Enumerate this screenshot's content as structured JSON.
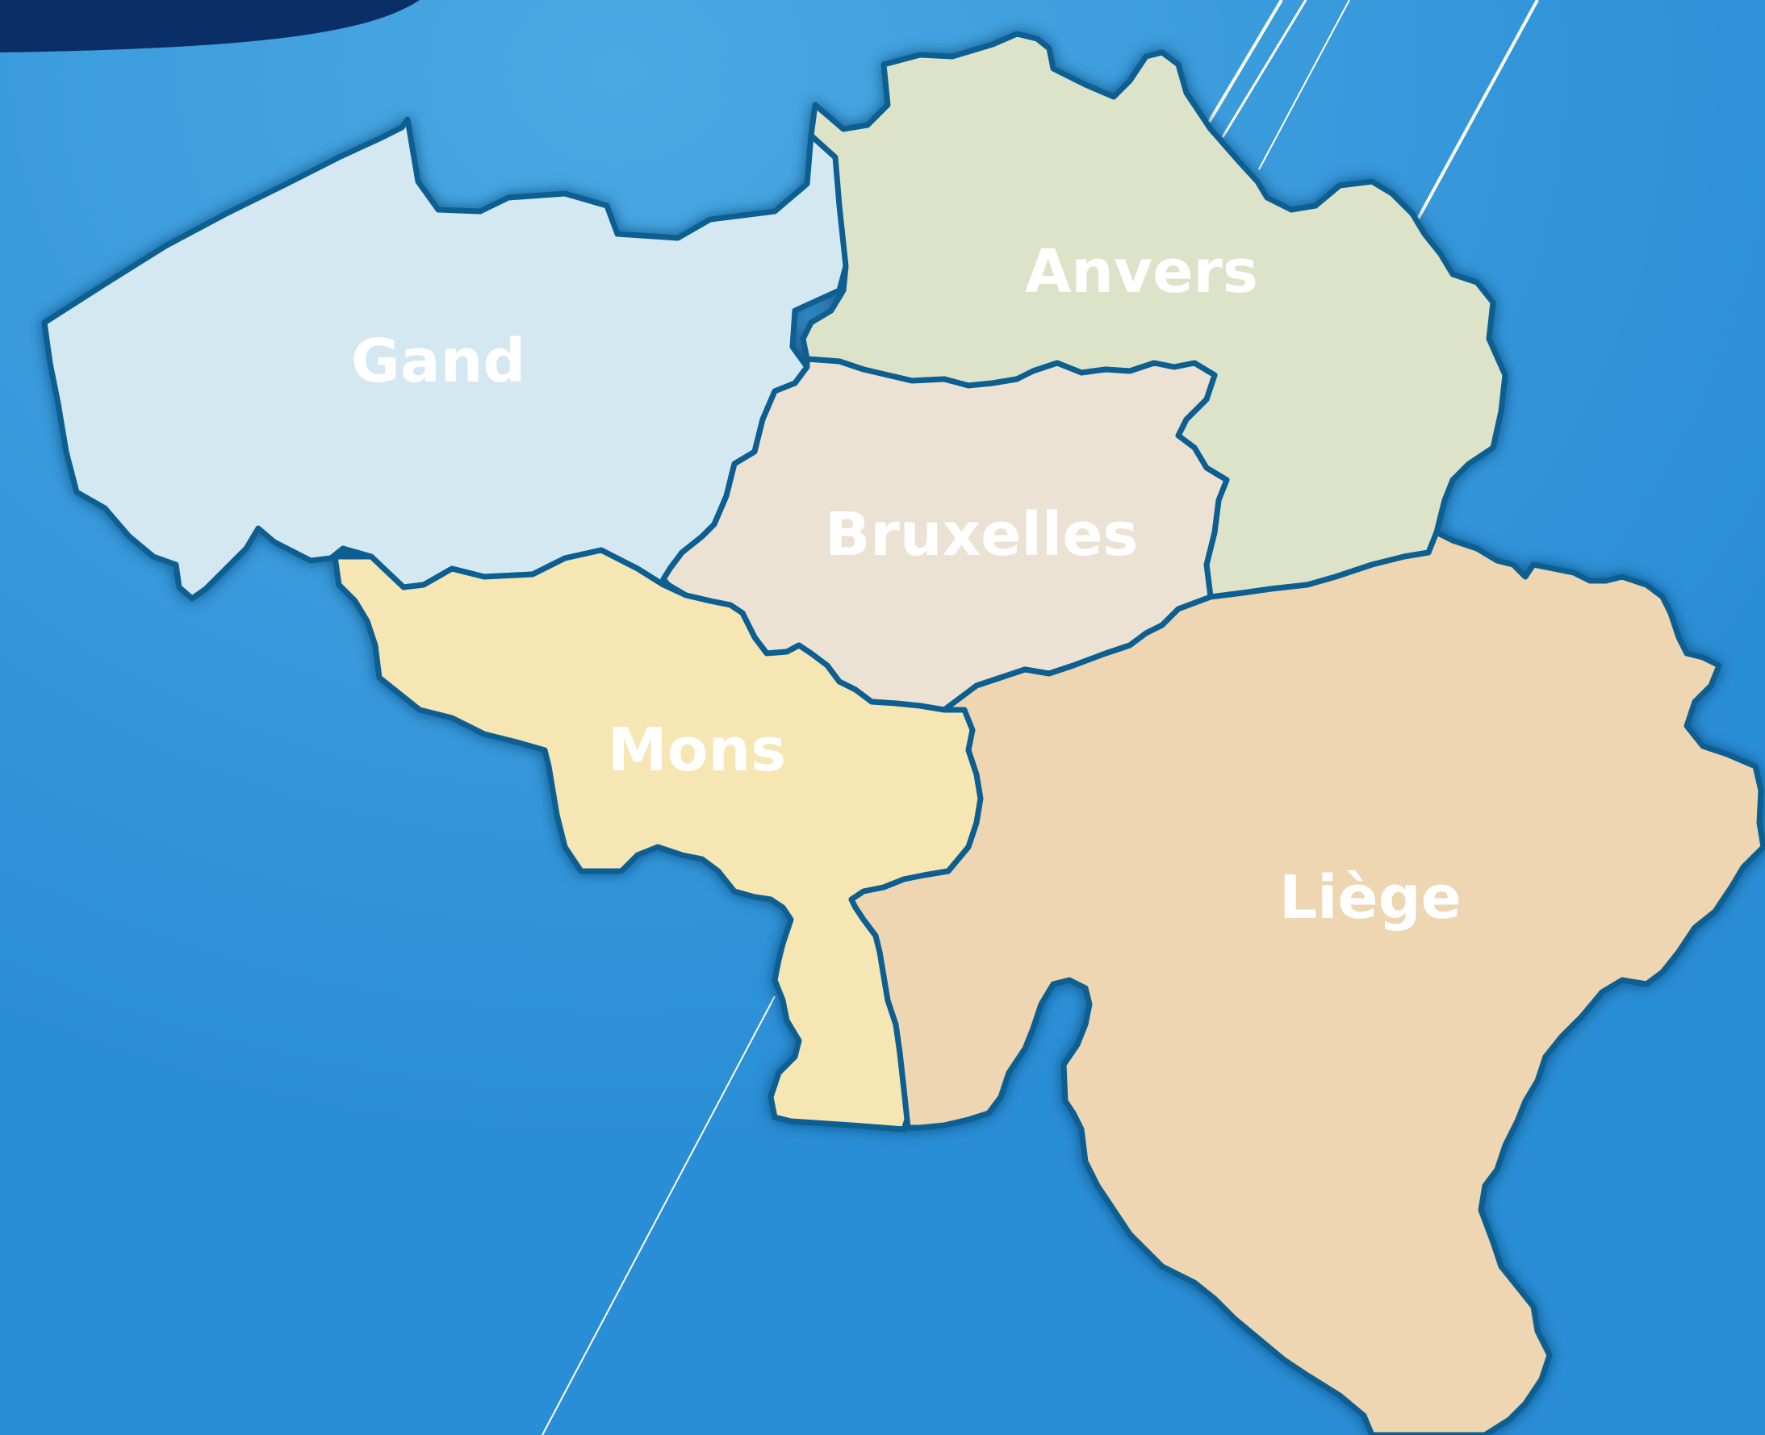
{
  "map": {
    "colors": {
      "background": "#2a8ed6",
      "background_highlight": "#4aa8e2",
      "corner_shape": "#0a2e66",
      "border": "#0c5f92",
      "deco_lines": "#ffffff"
    },
    "regions": [
      {
        "id": "gand",
        "label": "Gand",
        "fill": "#d4e8f2"
      },
      {
        "id": "anvers",
        "label": "Anvers",
        "fill": "#dde3c9"
      },
      {
        "id": "bruxelles",
        "label": "Bruxelles",
        "fill": "#ece2d3"
      },
      {
        "id": "mons",
        "label": "Mons",
        "fill": "#f5e6b4"
      },
      {
        "id": "liege",
        "label": "Liège",
        "fill": "#edd6b1"
      }
    ]
  }
}
